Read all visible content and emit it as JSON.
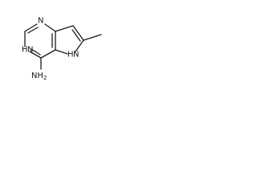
{
  "molecule": {
    "atoms": {
      "n1": "N",
      "n3": "N",
      "n3_h": "H",
      "nh2": "NH",
      "nh2_sub": "2",
      "n5": "N",
      "n5_h": "H"
    }
  }
}
